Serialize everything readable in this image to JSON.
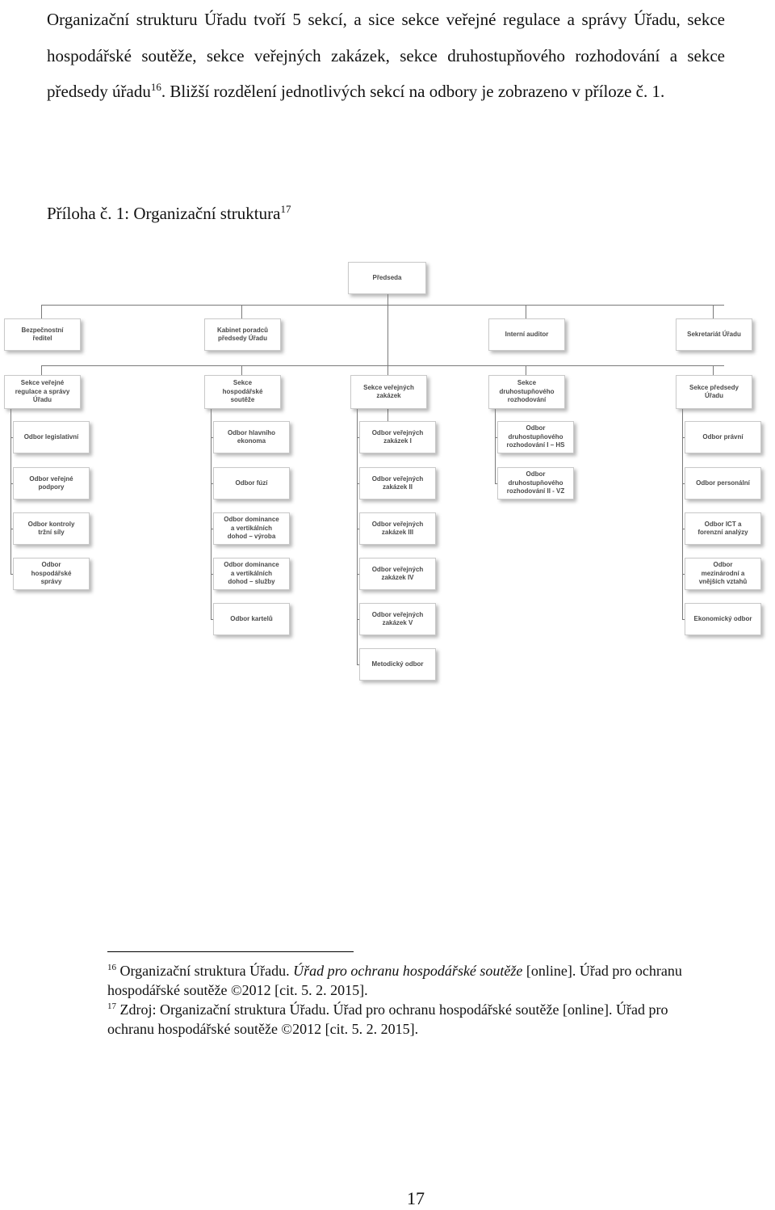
{
  "paragraph": {
    "text_before": "Organizační strukturu Úřadu tvoří 5 sekcí, a sice sekce veřejné regulace a správy Úřadu, sekce hospodářské soutěže, sekce veřejných zakázek, sekce druhostupňového rozhodování a sekce předsedy úřadu",
    "ref": "16",
    "text_after": ". Bližší rozdělení jednotlivých sekcí na odbory je zobrazeno v příloze č. 1."
  },
  "caption": {
    "text": "Příloha č. 1: Organizační struktura",
    "ref": "17"
  },
  "org_chart": {
    "root": "Předseda",
    "staff": [
      "Bezpečnostní\nředitel",
      "Kabinet poradců\npředsedy Úřadu",
      "Interní auditor",
      "Sekretariát Úřadu"
    ],
    "sections": [
      {
        "title": "Sekce veřejné\nregulace a správy\nÚřadu",
        "units": [
          "Odbor legislativní",
          "Odbor veřejné\npodpory",
          "Odbor kontroly\ntržní síly",
          "Odbor\nhospodářské\nsprávy"
        ]
      },
      {
        "title": "Sekce\nhospodářské\nsoutěže",
        "units": [
          "Odbor hlavního\nekonoma",
          "Odbor fúzí",
          "Odbor dominance\na vertikálních\ndohod – výroba",
          "Odbor dominance\na vertikálních\ndohod – služby",
          "Odbor kartelů"
        ]
      },
      {
        "title": "Sekce veřejných\nzakázek",
        "units": [
          "Odbor veřejných\nzakázek I",
          "Odbor veřejných\nzakázek II",
          "Odbor veřejných\nzakázek III",
          "Odbor veřejných\nzakázek IV",
          "Odbor veřejných\nzakázek V",
          "Metodický odbor"
        ]
      },
      {
        "title": "Sekce\ndruhostupňového\nrozhodování",
        "units": [
          "Odbor\ndruhostupňového\nrozhodování I – HS",
          "Odbor\ndruhostupňového\nrozhodování II - VZ"
        ]
      },
      {
        "title": "Sekce předsedy\nÚřadu",
        "units": [
          "Odbor právní",
          "Odbor personální",
          "Odbor ICT a\nforenzní analýzy",
          "Odbor\nmezinárodní a\nvnějších vztahů",
          "Ekonomický odbor"
        ]
      }
    ]
  },
  "footnotes": [
    {
      "num": "16",
      "text_plain": "Organizační struktura Úřadu. ",
      "text_italic": "Úřad pro ochranu hospodářské soutěže",
      "text_rest": " [online]. Úřad pro ochranu hospodářské soutěže ©2012 [cit. 5. 2. 2015]."
    },
    {
      "num": "17",
      "text_plain": "Zdroj: Organizační struktura Úřadu. Úřad pro ochranu hospodářské soutěže [online]. Úřad pro ochranu hospodářské soutěže ©2012 [cit. 5. 2. 2015].",
      "text_italic": "",
      "text_rest": ""
    }
  ],
  "page_number": "17"
}
